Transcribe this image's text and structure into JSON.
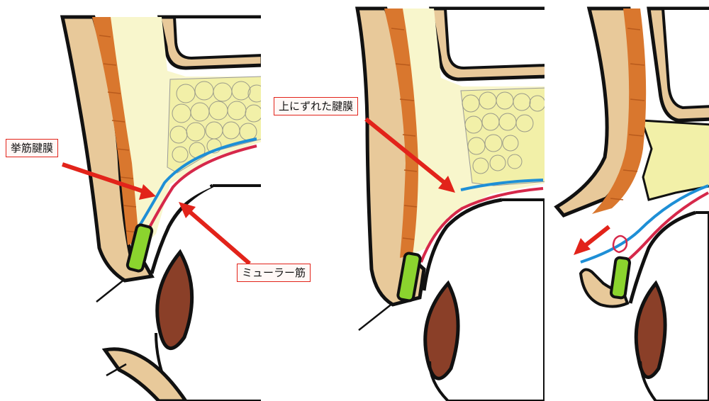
{
  "labels": {
    "levator_aponeurosis": "挙筋腱膜",
    "displaced_aponeurosis": "上にずれた腱膜",
    "muller_muscle": "ミューラー筋"
  },
  "colors": {
    "skin": "#e8c99a",
    "outline": "#111111",
    "orbicularis": "#d9772e",
    "fat": "#f2f0a8",
    "pale_yellow": "#f8f6cc",
    "aponeurosis": "#1e8fd6",
    "muller": "#d6284a",
    "tarsus": "#8bd42e",
    "lens": "#8a3f28",
    "arrow": "#e2231a"
  }
}
